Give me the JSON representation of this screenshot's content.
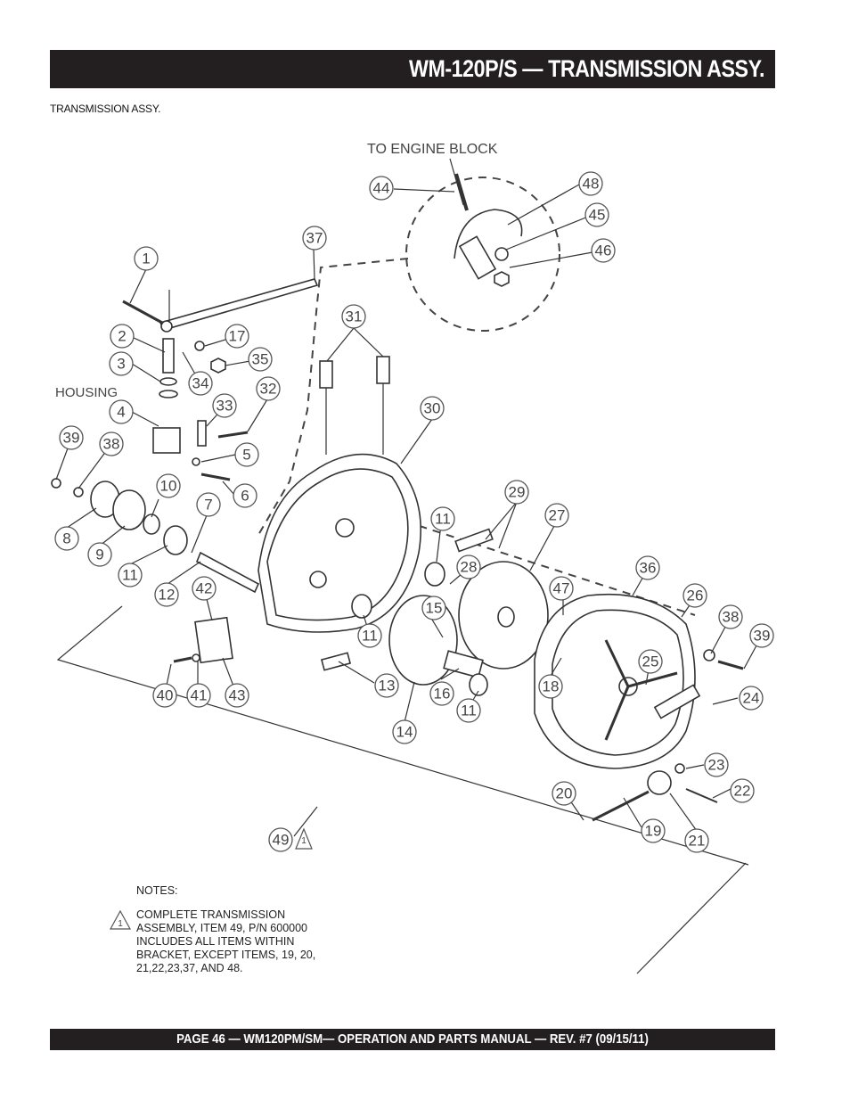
{
  "header": {
    "title": "WM-120P/S — TRANSMISSION ASSY."
  },
  "caption": "TRANSMISSION ASSY.",
  "diagram": {
    "top_label": "TO ENGINE BLOCK",
    "housing_label": "HOUSING",
    "callouts": [
      "1",
      "2",
      "3",
      "4",
      "5",
      "6",
      "7",
      "8",
      "9",
      "10",
      "11",
      "12",
      "13",
      "14",
      "15",
      "16",
      "17",
      "18",
      "19",
      "20",
      "21",
      "22",
      "23",
      "24",
      "25",
      "26",
      "27",
      "28",
      "29",
      "30",
      "31",
      "32",
      "33",
      "34",
      "35",
      "36",
      "37",
      "38",
      "39",
      "40",
      "41",
      "42",
      "43",
      "44",
      "45",
      "46",
      "47",
      "48",
      "49"
    ],
    "notes_heading": "NOTES:",
    "note_lines": [
      "COMPLETE TRANSMISSION",
      "ASSEMBLY, ITEM 49, P/N 600000",
      "INCLUDES ALL ITEMS WITHIN",
      "BRACKET, EXCEPT ITEMS, 19, 20,",
      "21,22,23,37, AND 48."
    ],
    "warning_symbol": "1"
  },
  "footer": {
    "text": "PAGE 46 — WM120PM/SM— OPERATION AND PARTS MANUAL — REV. #7 (09/15/11)"
  }
}
